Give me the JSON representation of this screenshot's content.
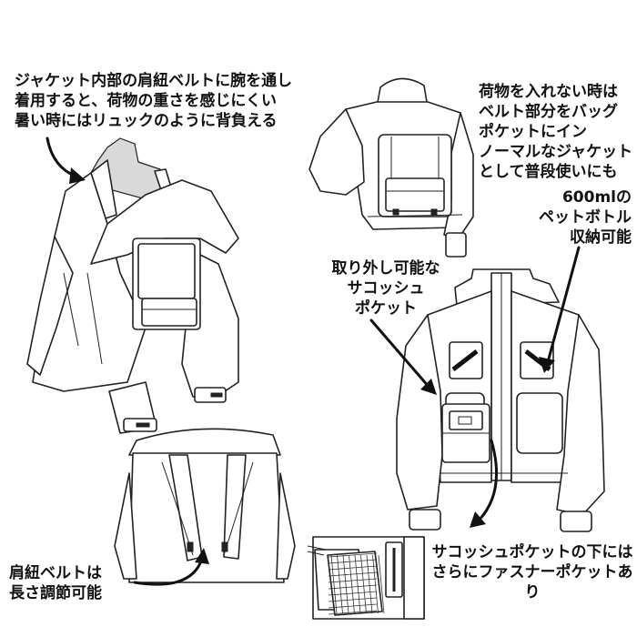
{
  "notes": {
    "top_left": "ジャケット内部の肩紐ベルトに腕を通し\n着用すると、荷物の重さを感じにくい\n暑い時にはリュックのように背負える",
    "top_right": "荷物を入れない時は\nベルト部分をバッグ\nポケットにイン\nノーマルなジャケット\nとして普段使いにも",
    "bottle": "600mlの\nペットボトル\n収納可能",
    "sacoche": "取り外し可能な\nサコッシュ\nポケット",
    "shoulder_belt": "肩紐ベルトは\n長さ調節可能",
    "zip_pocket": "サコッシュポケットの下には\nさらにファスナーポケットあり"
  },
  "illustrations": [
    "jacket-worn-as-backpack",
    "jacket-back-with-stowed-belts",
    "jacket-front-with-sacoche",
    "jacket-inner-shoulder-belts",
    "sacoche-zip-pocket-detail"
  ]
}
